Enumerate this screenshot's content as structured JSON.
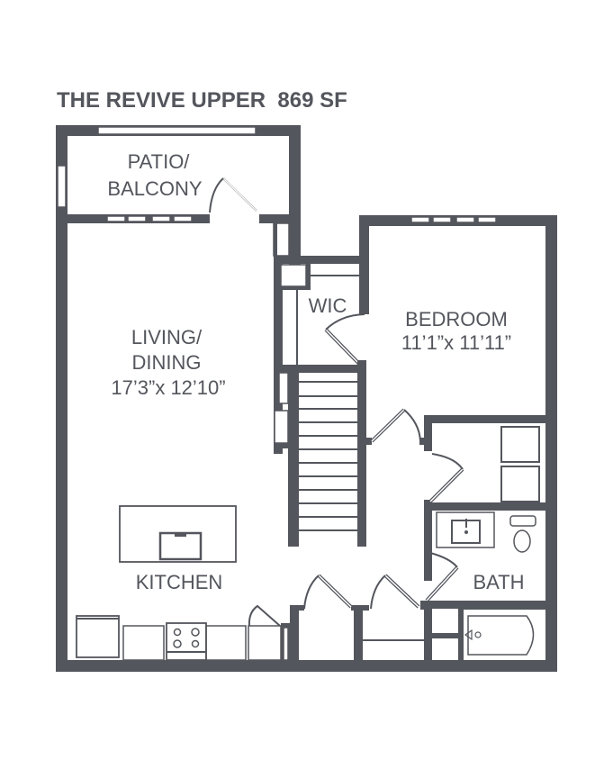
{
  "plan": {
    "name": "THE REVIVE UPPER",
    "area": "869 SF",
    "title_full": "THE REVIVE UPPER  869 SF"
  },
  "rooms": {
    "patio": {
      "line1": "PATIO/",
      "line2": "BALCONY"
    },
    "living": {
      "line1": "LIVING/",
      "line2": "DINING",
      "dims": "17’3”x 12’10”"
    },
    "wic": {
      "label": "WIC"
    },
    "bedroom": {
      "label": "BEDROOM",
      "dims": "11’1”x 11’11”"
    },
    "kitchen": {
      "label": "KITCHEN"
    },
    "bath": {
      "label": "BATH"
    }
  },
  "colors": {
    "wall": "#54565d",
    "background": "#ffffff"
  }
}
